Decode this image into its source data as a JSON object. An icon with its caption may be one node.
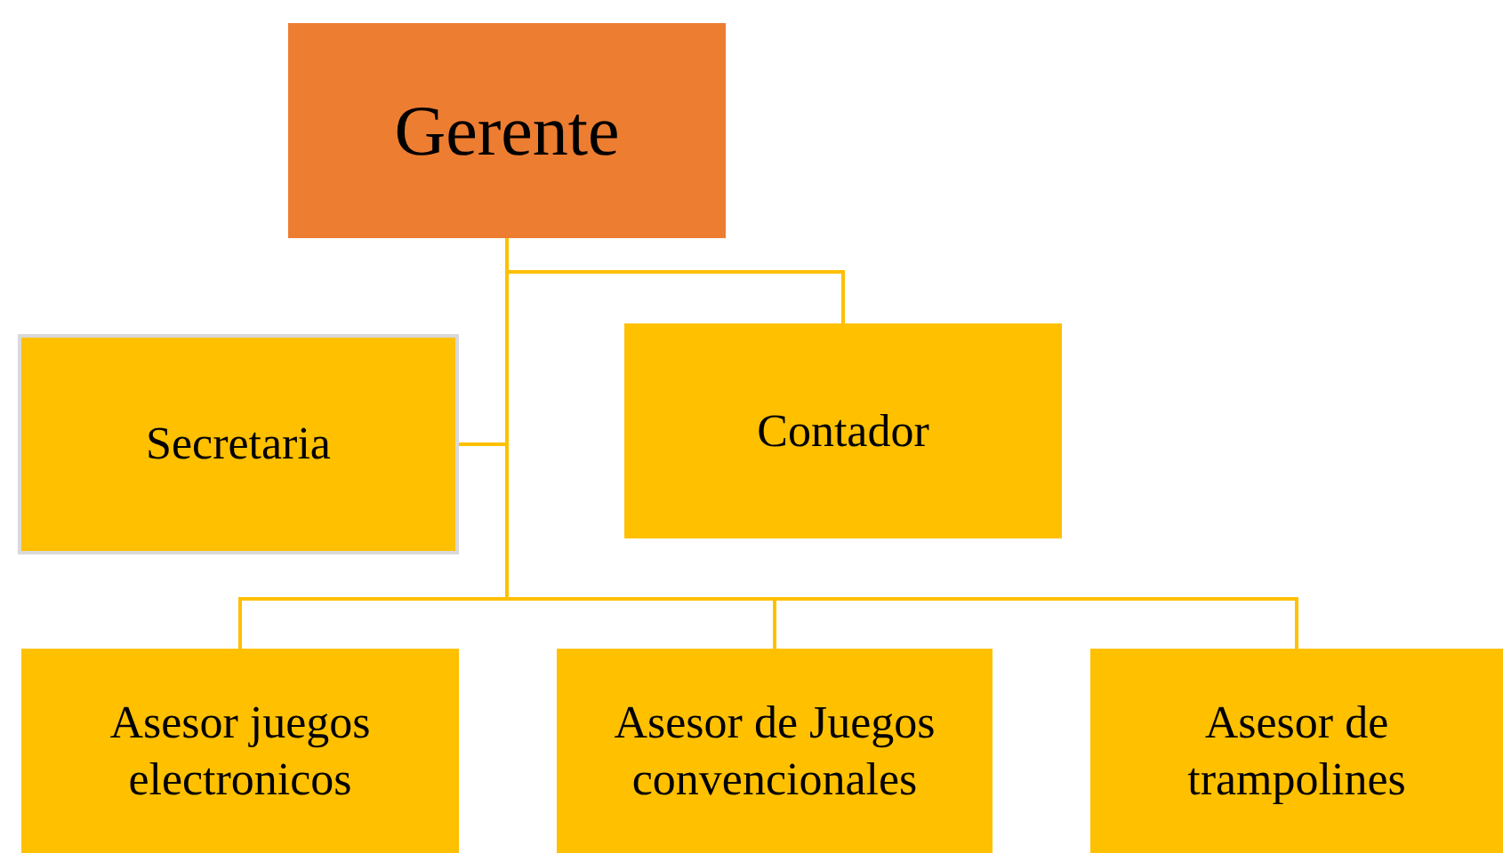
{
  "diagram": {
    "nodes": [
      {
        "text": [
          "Gerente"
        ]
      },
      {
        "text": [
          "Secretaria"
        ]
      },
      {
        "text": [
          "Contador"
        ]
      },
      {
        "text": [
          "Asesor juegos electronicos"
        ]
      },
      {
        "text": [
          "Asesor de Juegos convencionales"
        ]
      },
      {
        "text": [
          "Asesor de trampolines"
        ]
      }
    ],
    "edges": [
      {
        "from": 0,
        "to": 1,
        "arrow": "none"
      },
      {
        "from": 0,
        "to": 2,
        "arrow": "none"
      },
      {
        "from": 0,
        "to": 3,
        "arrow": "none"
      },
      {
        "from": 0,
        "to": 4,
        "arrow": "none"
      },
      {
        "from": 0,
        "to": 5,
        "arrow": "none"
      }
    ]
  }
}
